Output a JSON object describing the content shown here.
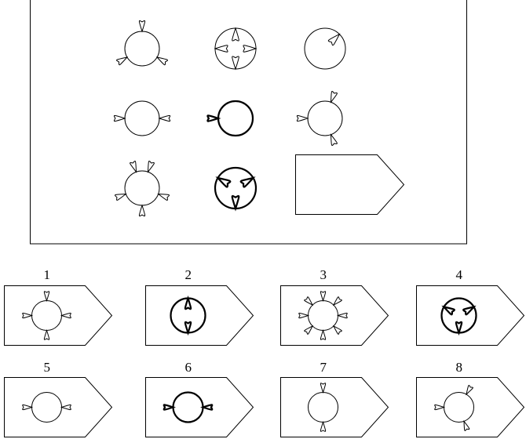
{
  "matrix": {
    "rows": [
      [
        {
          "stroke": "thin",
          "bulb_dir": "out",
          "bulbs": [
            0,
            120,
            240
          ]
        },
        {
          "stroke": "thin",
          "bulb_dir": "in",
          "bulbs": [
            0,
            90,
            180,
            270
          ]
        },
        {
          "stroke": "thin",
          "bulb_dir": "in",
          "bulbs": [
            45
          ]
        }
      ],
      [
        {
          "stroke": "thin",
          "bulb_dir": "out",
          "bulbs": [
            90,
            270
          ]
        },
        {
          "stroke": "thick",
          "bulb_dir": "out",
          "bulbs": [
            270
          ]
        },
        {
          "stroke": "thin",
          "bulb_dir": "out",
          "bulbs": [
            20,
            160,
            270
          ]
        }
      ],
      [
        {
          "stroke": "thin",
          "bulb_dir": "out",
          "bulbs": [
            20,
            110,
            180,
            250,
            340
          ]
        },
        {
          "stroke": "thick",
          "bulb_dir": "in",
          "bulbs": [
            60,
            180,
            300
          ]
        },
        {
          "stroke": "thin",
          "missing": true
        }
      ]
    ]
  },
  "options": [
    {
      "label": "1",
      "stroke": "thin",
      "bulb_dir": "out",
      "bulbs": [
        0,
        90,
        180,
        270
      ]
    },
    {
      "label": "2",
      "stroke": "thick",
      "bulb_dir": "in",
      "bulbs": [
        0,
        180
      ]
    },
    {
      "label": "3",
      "stroke": "thin",
      "bulb_dir": "out",
      "bulbs": [
        0,
        45,
        90,
        135,
        180,
        225,
        270,
        315
      ]
    },
    {
      "label": "4",
      "stroke": "thick",
      "bulb_dir": "in",
      "bulbs": [
        60,
        180,
        300
      ]
    },
    {
      "label": "5",
      "stroke": "thin",
      "bulb_dir": "out",
      "bulbs": [
        90,
        270
      ]
    },
    {
      "label": "6",
      "stroke": "thick",
      "bulb_dir": "out",
      "bulbs": [
        90,
        270
      ]
    },
    {
      "label": "7",
      "stroke": "thin",
      "bulb_dir": "out",
      "bulbs": [
        0,
        180
      ]
    },
    {
      "label": "8",
      "stroke": "thin",
      "bulb_dir": "out",
      "bulbs": [
        30,
        160,
        270
      ]
    }
  ]
}
